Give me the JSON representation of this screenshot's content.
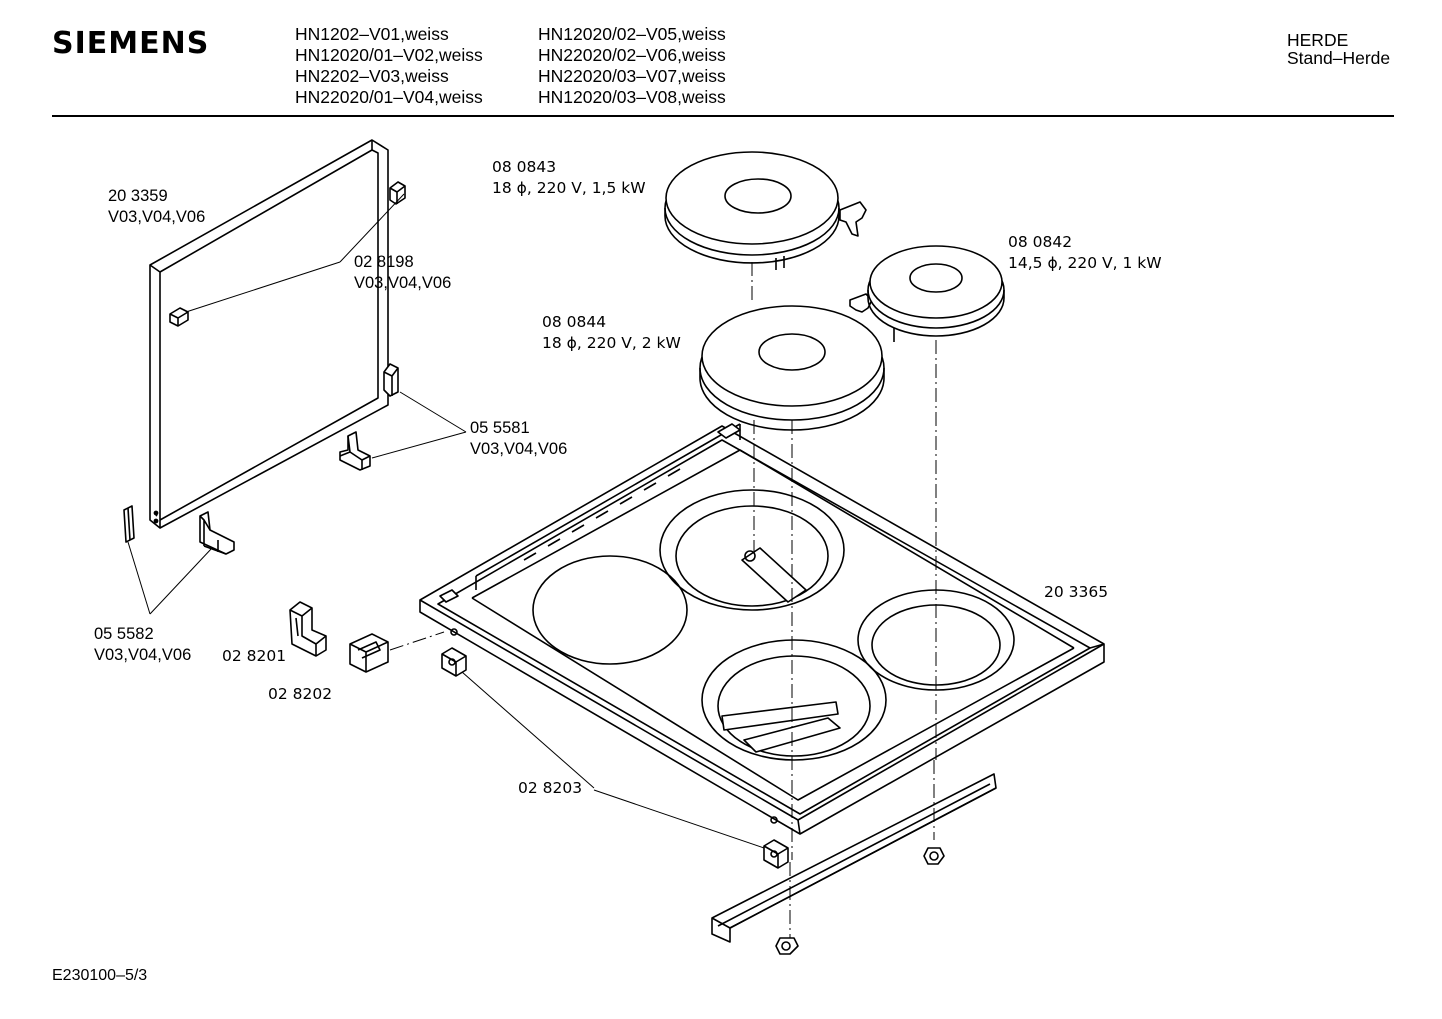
{
  "header": {
    "brand": "SIEMENS",
    "models_col1": [
      "HN1202–V01,weiss",
      "HN12020/01–V02,weiss",
      "HN2202–V03,weiss",
      "HN22020/01–V04,weiss"
    ],
    "models_col2": [
      "HN12020/02–V05,weiss",
      "HN22020/02–V06,weiss",
      "HN22020/03–V07,weiss",
      "HN12020/03–V08,weiss"
    ],
    "category": "HERDE",
    "subcategory": "Stand–Herde"
  },
  "parts": [
    {
      "number": "20 3359",
      "note": "V03,V04,V06"
    },
    {
      "number": "02 8198",
      "note": "V03,V04,V06"
    },
    {
      "number": "05 5581",
      "note": "V03,V04,V06"
    },
    {
      "number": "05 5582",
      "note": "V03,V04,V06"
    },
    {
      "number": "02 8201"
    },
    {
      "number": "02 8202"
    },
    {
      "number": "02 8203"
    },
    {
      "number": "08 0843",
      "note": "18 ϕ, 220 V, 1,5 kW"
    },
    {
      "number": "08 0844",
      "note": "18 ϕ, 220 V, 2 kW"
    },
    {
      "number": "08 0842",
      "note": "14,5 ϕ, 220 V, 1 kW"
    },
    {
      "number": "20 3365"
    }
  ],
  "footer": {
    "drawing_id": "E230100–5/3"
  }
}
